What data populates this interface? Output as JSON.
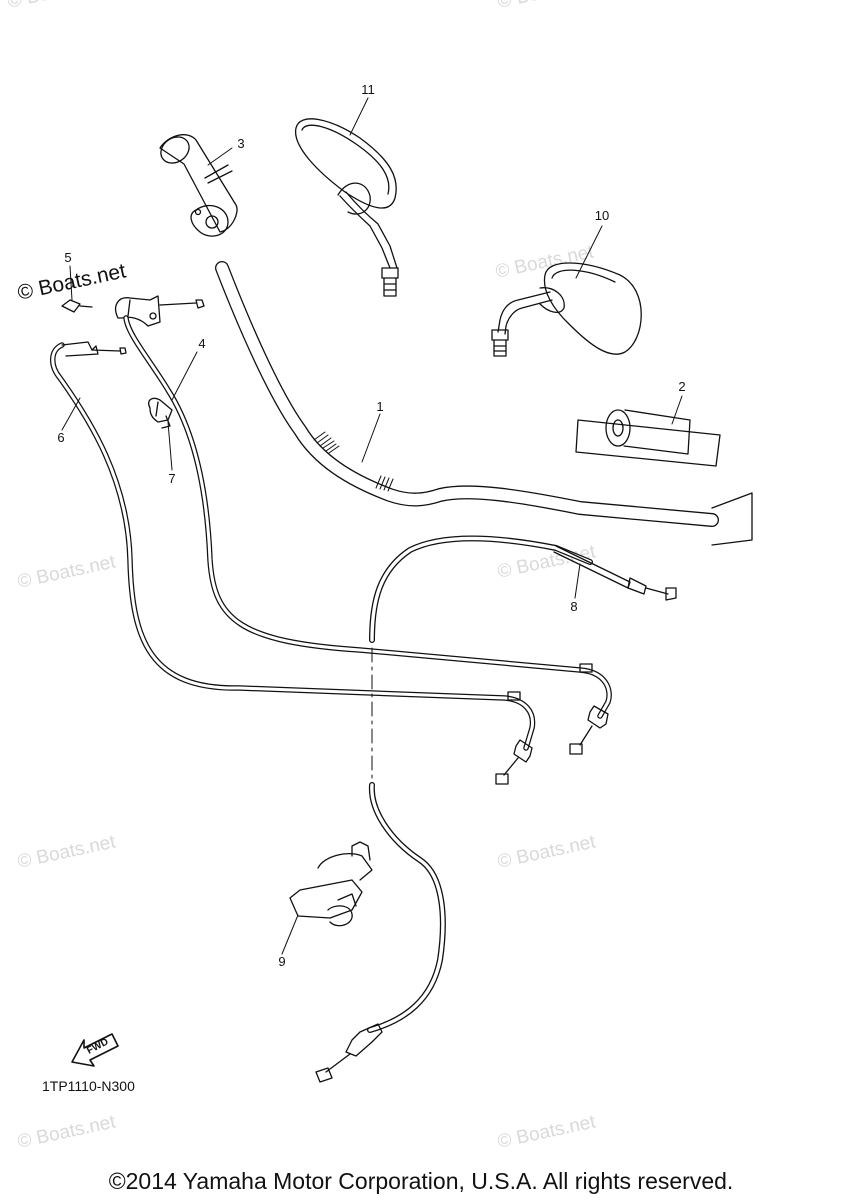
{
  "diagram": {
    "part_numbers": {
      "p1": "1",
      "p2": "2",
      "p3": "3",
      "p4": "4",
      "p5": "5",
      "p6": "6",
      "p7": "7",
      "p8": "8",
      "p9": "9",
      "p10": "10",
      "p11": "11"
    },
    "fwd_label": "FWD",
    "diagram_code": "1TP1110-N300"
  },
  "watermark": {
    "text": "© Boats.net",
    "color": "#d9d9d9"
  },
  "footer": {
    "copyright": "©2014 Yamaha Motor Corporation, U.S.A. All rights reserved."
  },
  "colors": {
    "line": "#111111",
    "background": "#ffffff"
  }
}
